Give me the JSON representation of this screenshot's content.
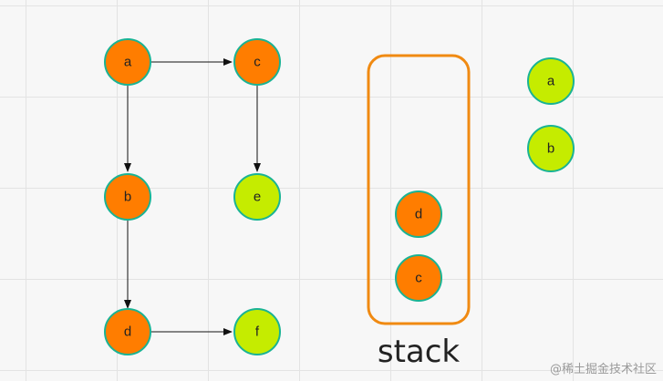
{
  "colors": {
    "visited": "#ff7d00",
    "unvisited": "#c5ec00",
    "node_border": "#19b394",
    "stack_border": "#f08a12",
    "edge": "#111111"
  },
  "graph": {
    "nodes": {
      "a": {
        "label": "a",
        "state": "visited"
      },
      "b": {
        "label": "b",
        "state": "visited"
      },
      "c": {
        "label": "c",
        "state": "visited"
      },
      "d": {
        "label": "d",
        "state": "visited"
      },
      "e": {
        "label": "e",
        "state": "unvisited"
      },
      "f": {
        "label": "f",
        "state": "unvisited"
      }
    },
    "edges": [
      {
        "from": "a",
        "to": "c"
      },
      {
        "from": "a",
        "to": "b"
      },
      {
        "from": "c",
        "to": "e"
      },
      {
        "from": "b",
        "to": "d"
      },
      {
        "from": "d",
        "to": "f"
      }
    ]
  },
  "stack": {
    "label": "stack",
    "items": [
      {
        "label": "d"
      },
      {
        "label": "c"
      }
    ]
  },
  "output": {
    "items": [
      {
        "label": "a"
      },
      {
        "label": "b"
      }
    ]
  },
  "watermark": "@稀土掘金技术社区"
}
